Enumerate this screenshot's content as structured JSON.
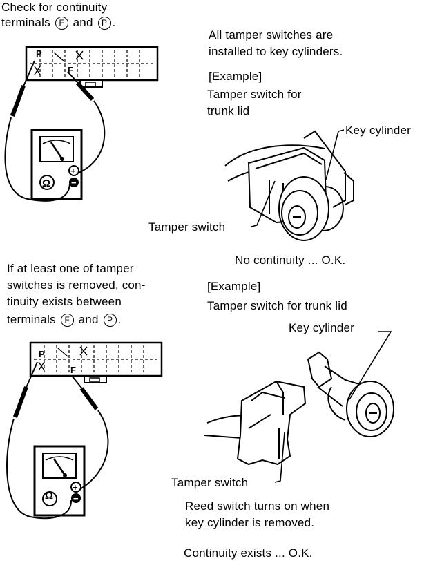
{
  "top_left": {
    "line1": "Check for continuity",
    "line2_pre": "terminals",
    "term_f": "F",
    "line2_mid": "and",
    "term_p": "P",
    "line2_end": "."
  },
  "top_right": {
    "line1": "All tamper switches are",
    "line2": "installed to key cylinders.",
    "example": "[Example]",
    "title1": "Tamper switch for",
    "title2": "trunk lid",
    "key_cylinder": "Key cylinder",
    "tamper_switch": "Tamper switch",
    "result": "No continuity ... O.K."
  },
  "bottom_left": {
    "line1": "If at least one of tamper",
    "line2": "switches is removed, con-",
    "line3": "tinuity exists between",
    "line4_pre": "terminals",
    "term_f": "F",
    "line4_mid": "and",
    "term_p": "P",
    "line4_end": "."
  },
  "bottom_right": {
    "example": "[Example]",
    "title": "Tamper switch for trunk lid",
    "key_cylinder": "Key cylinder",
    "tamper_switch": "Tamper switch",
    "note1": "Reed switch turns on when",
    "note2": "key cylinder is removed.",
    "result": "Continuity exists ... O.K."
  },
  "connector": {
    "p": "P",
    "f": "F"
  },
  "meter": {
    "ohm": "Ω",
    "plus": "+",
    "minus": "−"
  }
}
